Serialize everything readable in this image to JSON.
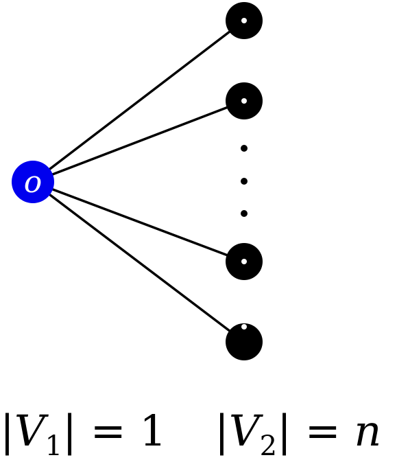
{
  "graph": {
    "center_node": {
      "label": "o",
      "fill_color": "#0000ee",
      "text_color": "#ffffff"
    },
    "leaf_nodes": {
      "fill_color": "#000000",
      "dot_color": "#ffffff",
      "visible_count": 4
    },
    "ellipsis": "⋮",
    "edge_color": "#000000"
  },
  "labels": {
    "v1": {
      "set": "V",
      "index": "1",
      "relation": "=",
      "value": "1"
    },
    "v2": {
      "set": "V",
      "index": "2",
      "relation": "=",
      "value": "n"
    }
  }
}
